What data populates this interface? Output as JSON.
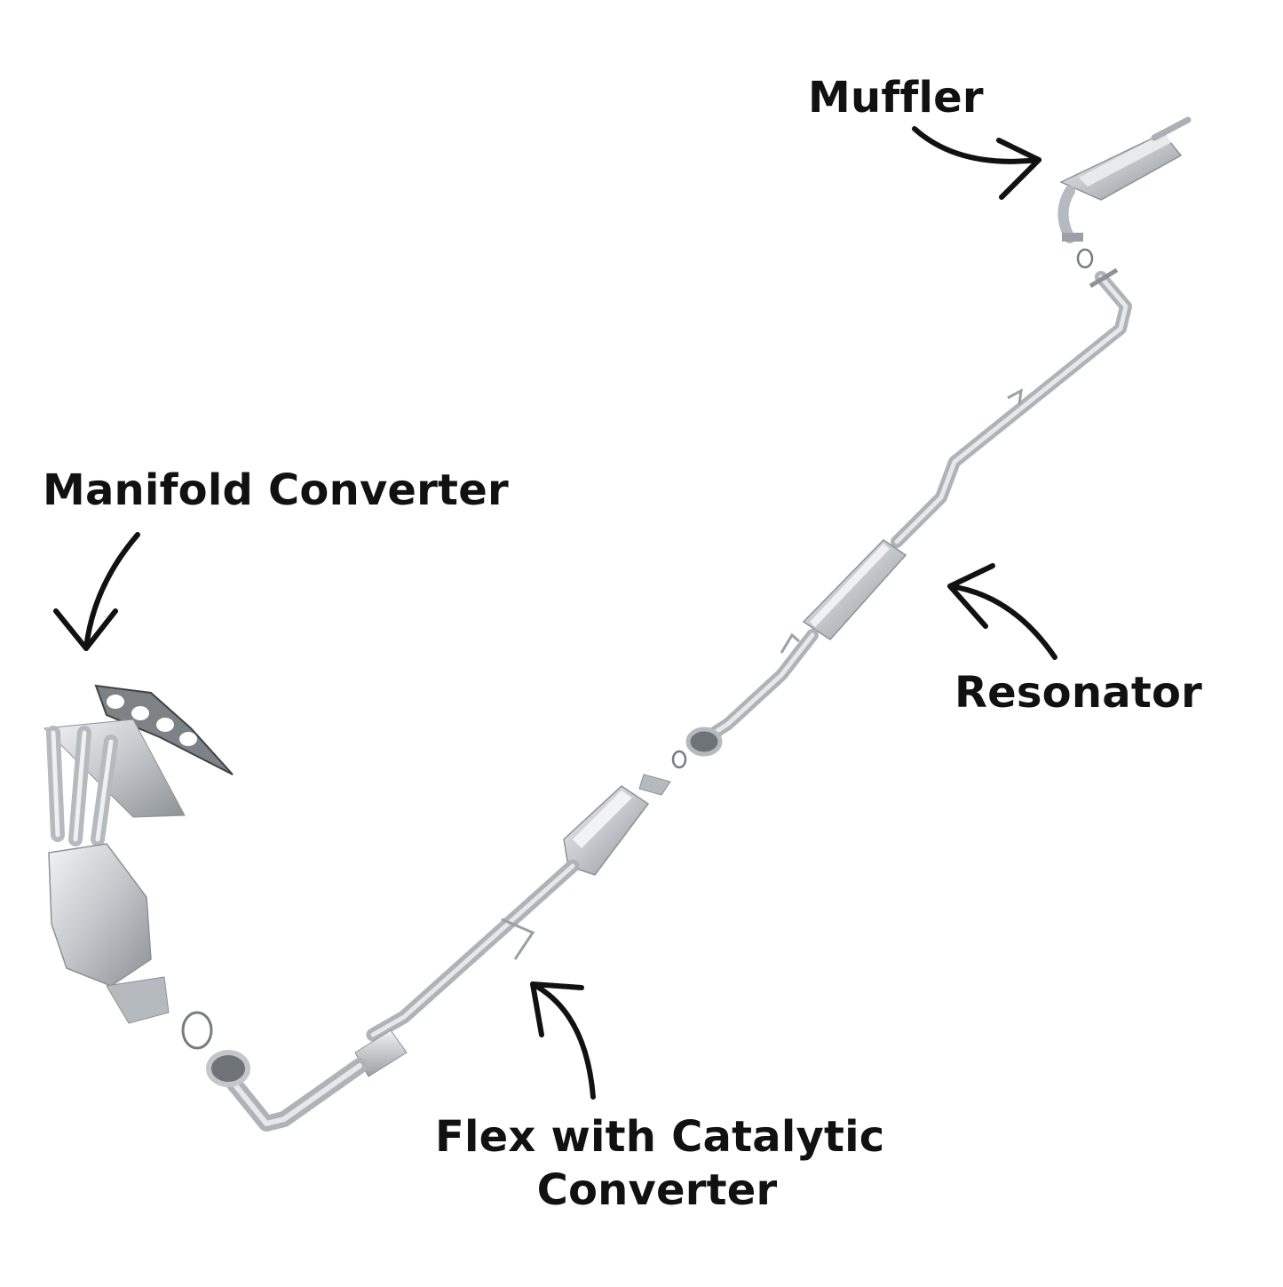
{
  "labels": {
    "muffler": "Muffler",
    "manifold_converter": "Manifold Converter",
    "resonator": "Resonator",
    "flex_line1": "Flex with Catalytic",
    "flex_line2": "Converter"
  },
  "colors": {
    "text": "#111111",
    "pipe": "#c9ccd0",
    "pipe_shadow": "#9a9ea3",
    "metal_light": "#e6e8ea",
    "metal_dark": "#8d9297",
    "gasket": "#555a5f"
  },
  "icons": [
    "arrow-icon"
  ]
}
